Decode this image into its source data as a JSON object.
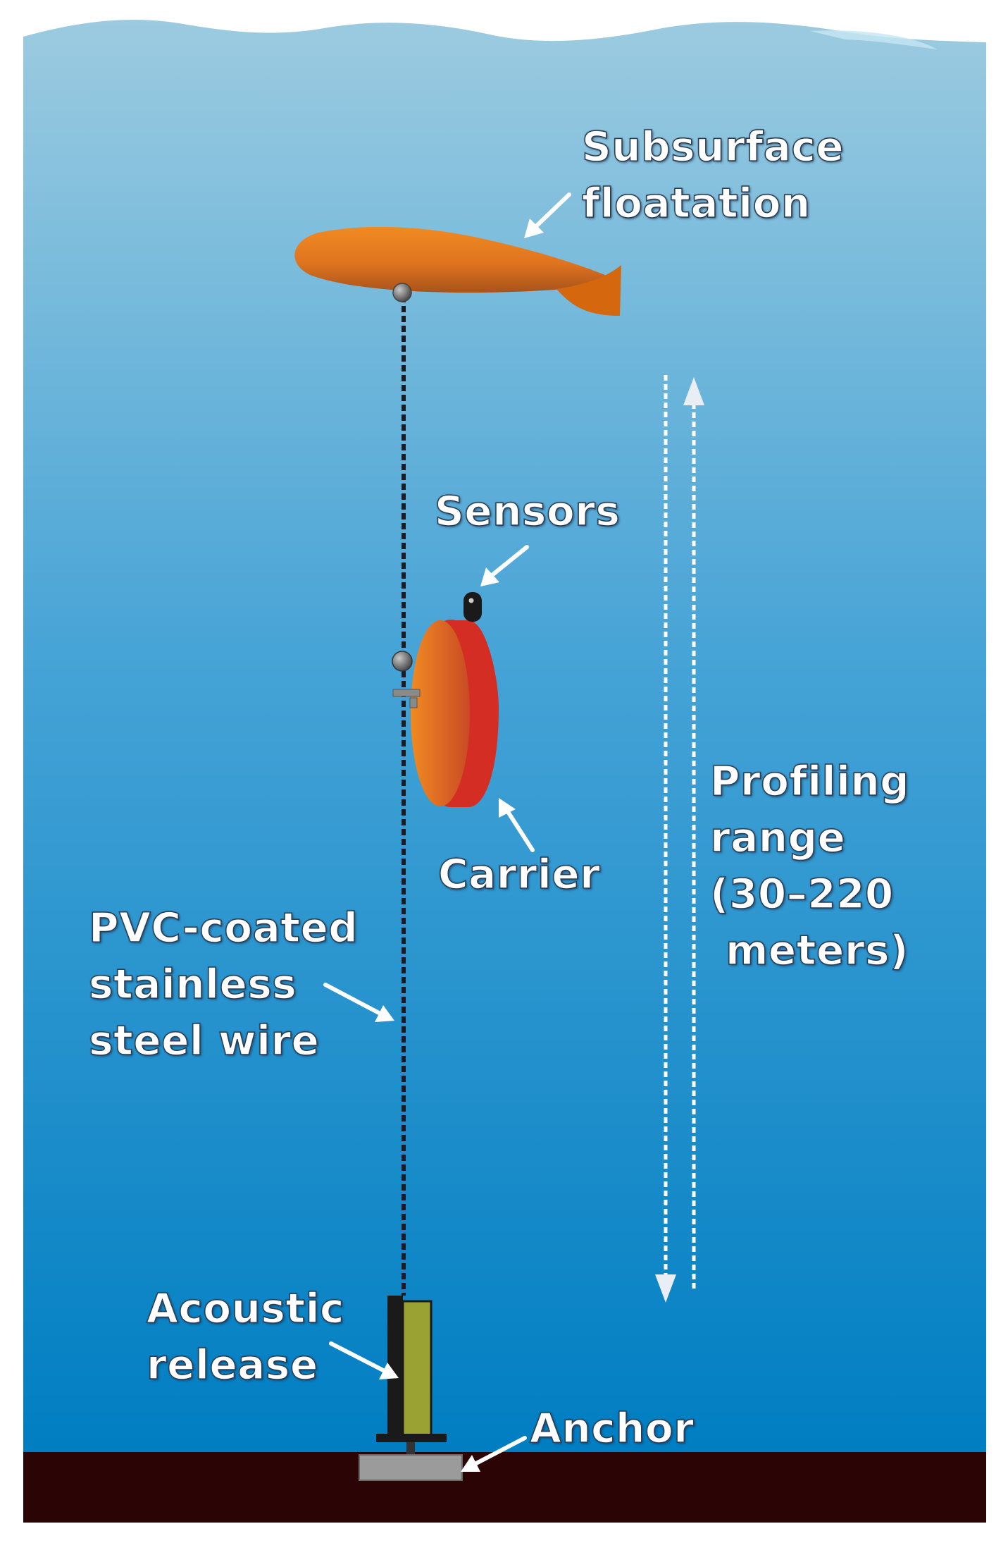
{
  "labels": {
    "subsurface_floatation": [
      "Subsurface",
      "floatation"
    ],
    "sensors": "Sensors",
    "carrier": "Carrier",
    "profiling_range": [
      "Profiling",
      "range",
      "(30–220",
      "meters)"
    ],
    "wire": [
      "PVC-coated",
      "stainless",
      "steel wire"
    ],
    "acoustic_release": [
      "Acoustic",
      "release"
    ],
    "anchor": "Anchor"
  },
  "colors": {
    "water_top": "#9ccbe0",
    "water_bottom": "#007ec2",
    "seafloor": "#2b0505",
    "float_light": "#f08a22",
    "float_dark": "#a8531b",
    "carrier_orange": "#e5742b",
    "carrier_red": "#d42e24",
    "release_body": "#99a233",
    "anchor_gray": "#9b9b9b",
    "label_text": "#ffffff",
    "arrow": "#ffffff"
  }
}
